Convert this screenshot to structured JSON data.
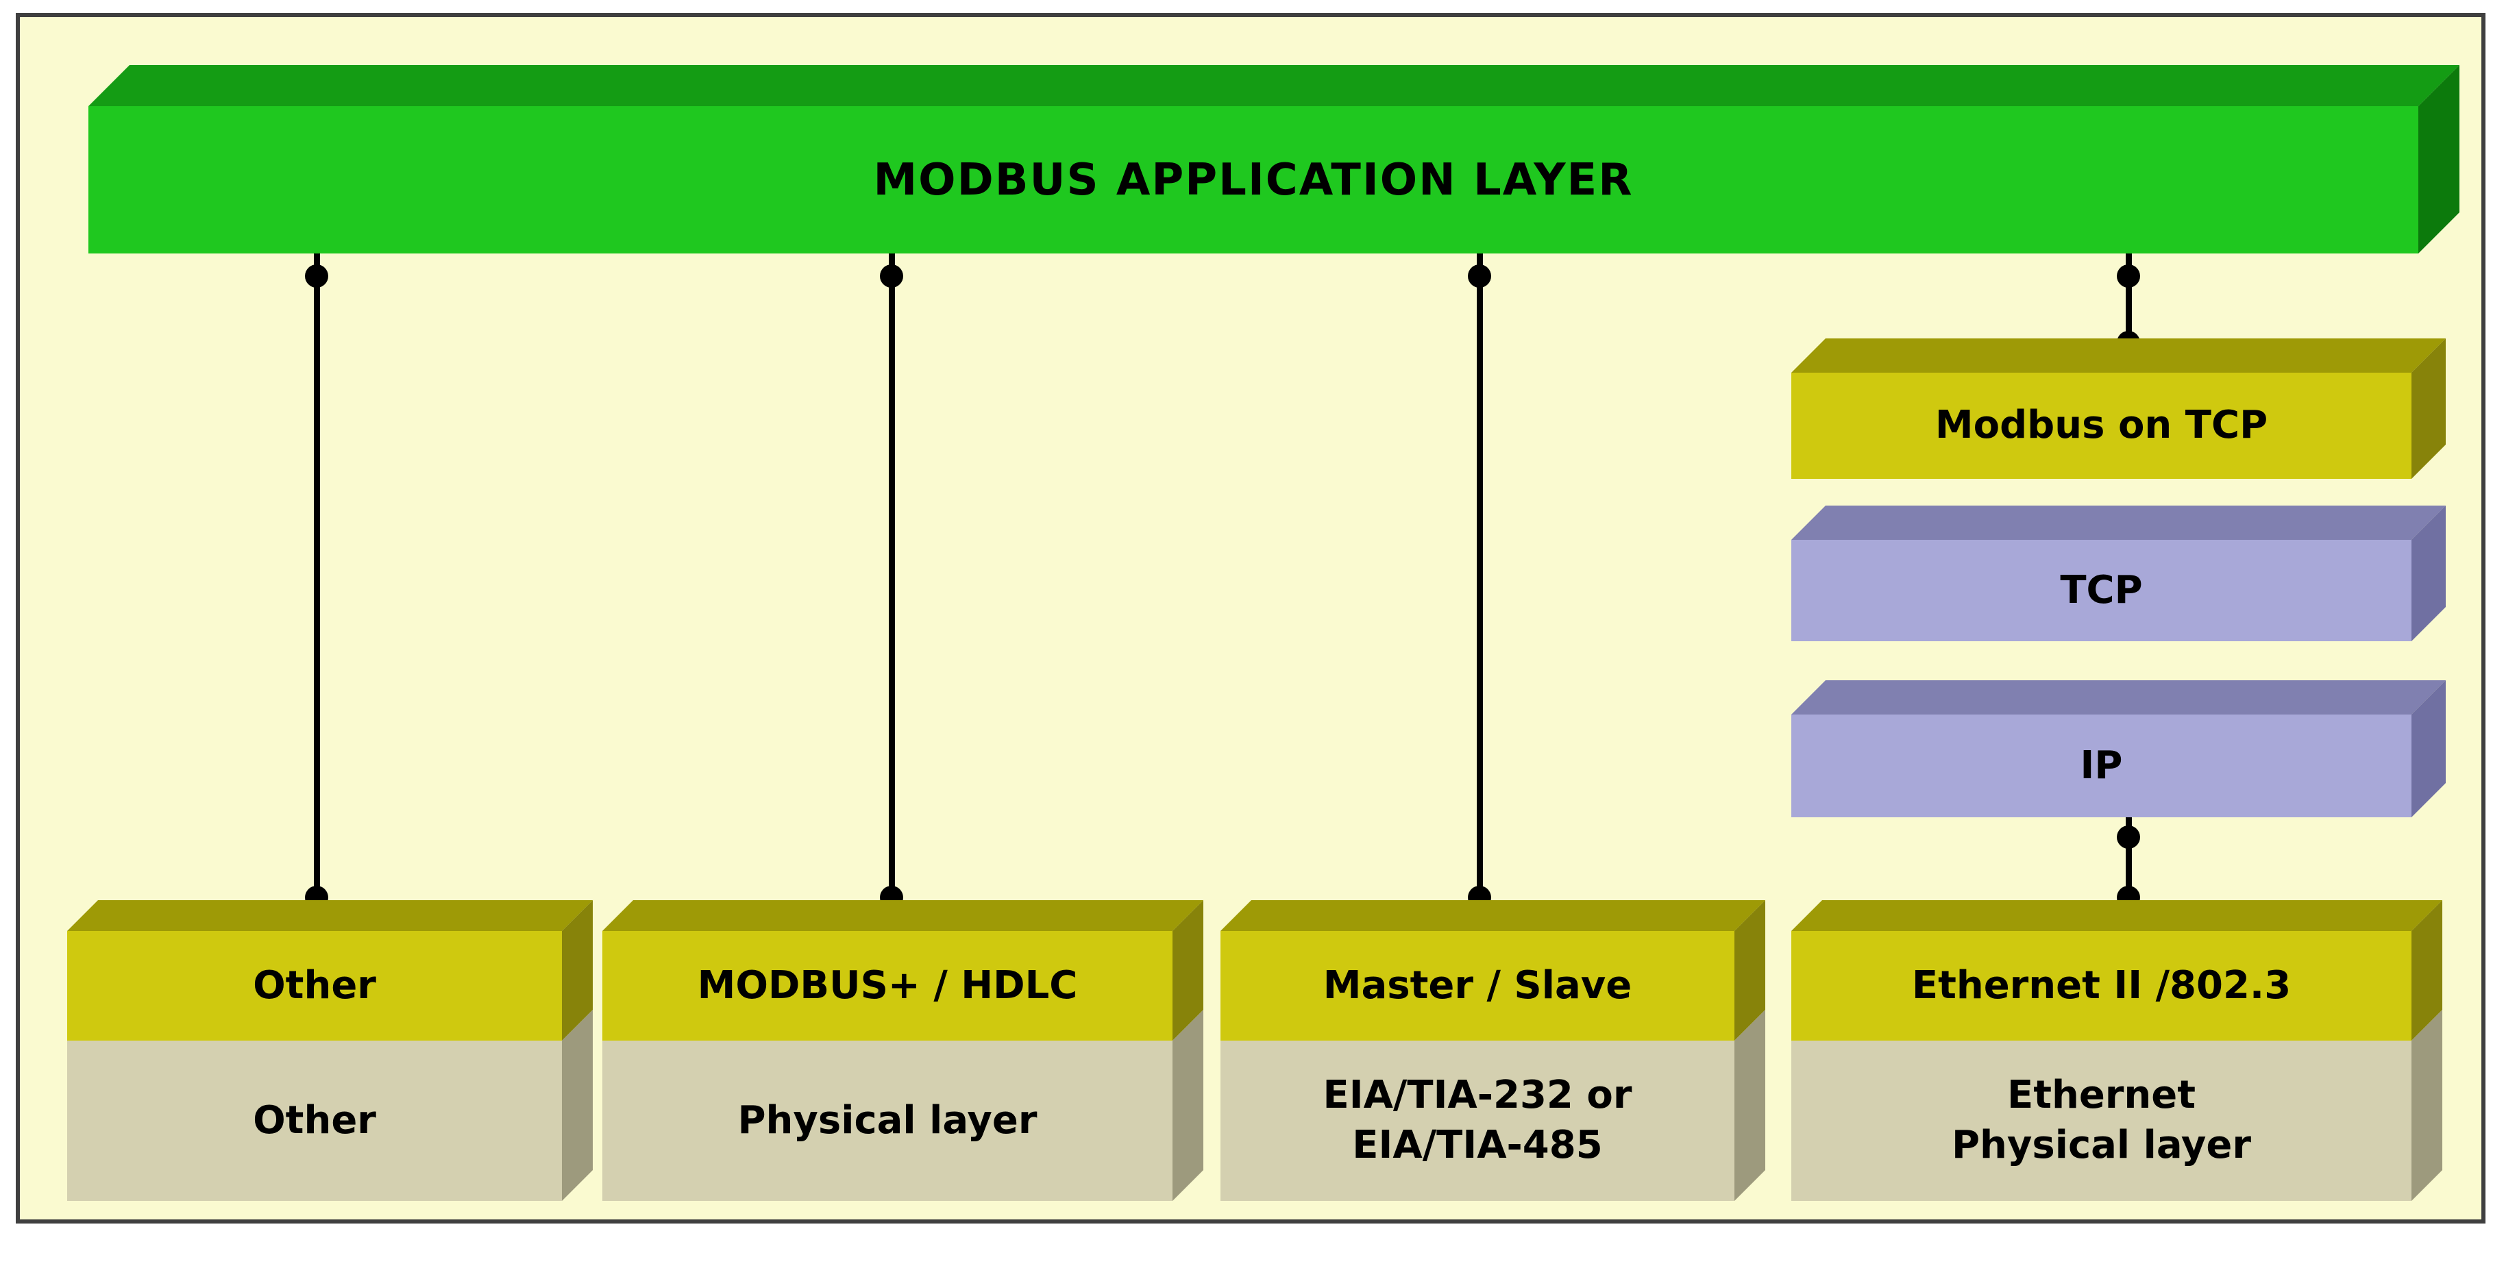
{
  "colors": {
    "bg": "#ffffff",
    "panel-bg": "#fafad0",
    "panel-border": "#3f3f3f",
    "green-front": "#1fc81f",
    "green-top": "#149c14",
    "green-side": "#0c7a0c",
    "yellow-front": "#cfc90f",
    "yellow-top": "#9e9a06",
    "yellow-side": "#87830a",
    "tan-front": "#d4d0b0",
    "tan-side": "#9d9a7d",
    "purple-front": "#a8a8d8",
    "purple-top": "#8080b0",
    "purple-side": "#7070a2",
    "line": "#000000",
    "text": "#000000"
  },
  "diagram": {
    "title": "MODBUS APPLICATION LAYER",
    "tcp_stack": {
      "modbus_on_tcp": "Modbus on TCP",
      "tcp": "TCP",
      "ip": "IP"
    },
    "columns": [
      {
        "data_link": "Other",
        "physical": "Other"
      },
      {
        "data_link": "MODBUS+ / HDLC",
        "physical": "Physical layer"
      },
      {
        "data_link": "Master / Slave",
        "physical": "EIA/TIA-232 or\nEIA/TIA-485"
      },
      {
        "data_link": "Ethernet II /802.3",
        "physical": "Ethernet\nPhysical layer"
      }
    ]
  }
}
